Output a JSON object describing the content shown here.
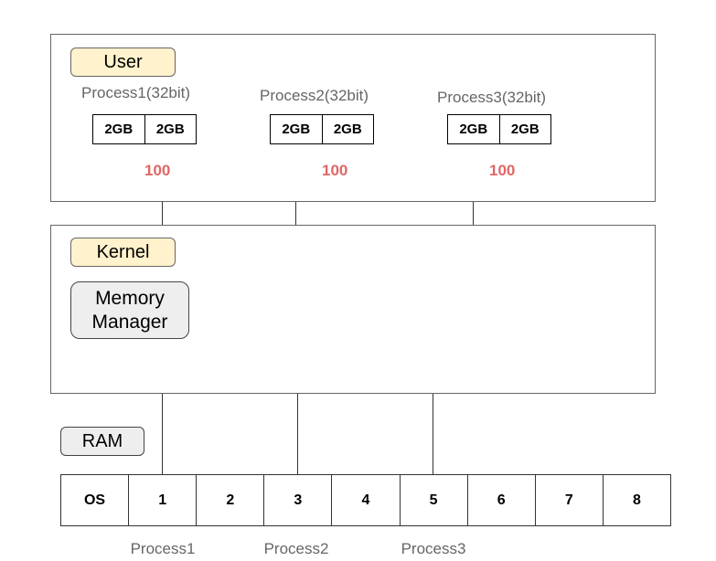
{
  "user": {
    "label": "User",
    "processes": [
      {
        "name": "Process1(32bit)",
        "segments": [
          "2GB",
          "2GB"
        ],
        "value": "100"
      },
      {
        "name": "Process2(32bit)",
        "segments": [
          "2GB",
          "2GB"
        ],
        "value": "100"
      },
      {
        "name": "Process3(32bit)",
        "segments": [
          "2GB",
          "2GB"
        ],
        "value": "100"
      }
    ]
  },
  "kernel": {
    "label": "Kernel",
    "memory_manager": "Memory\nManager"
  },
  "ram": {
    "label": "RAM",
    "cells": [
      "OS",
      "1",
      "2",
      "3",
      "4",
      "5",
      "6",
      "7",
      "8"
    ],
    "bottom_labels": [
      "Process1",
      "Process2",
      "Process3"
    ]
  },
  "colors": {
    "tag_fill": "#fff2cc",
    "box_fill": "#eeeeee",
    "value_text": "#e06666",
    "label_text": "#666666"
  }
}
